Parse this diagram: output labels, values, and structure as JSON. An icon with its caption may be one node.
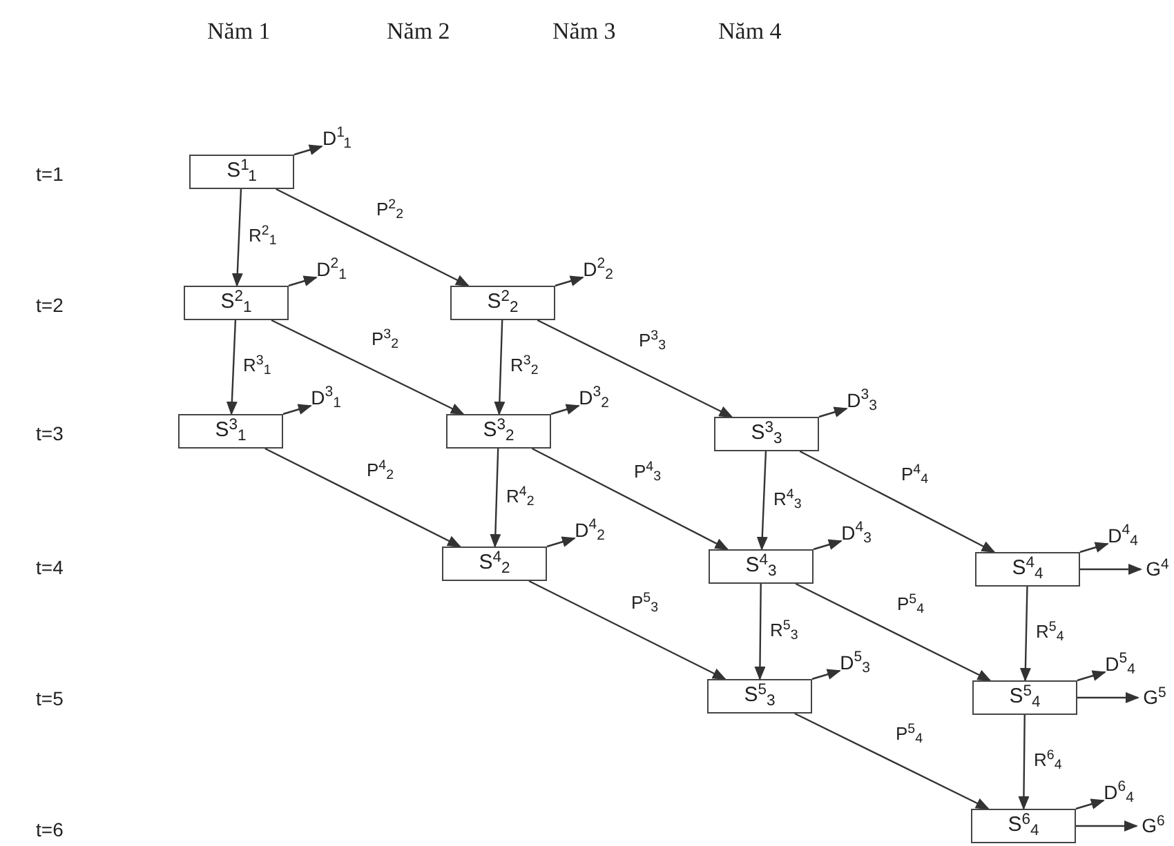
{
  "diagram": {
    "nodes": [
      {
        "text": [
          "S$^{1}$$_{1}$"
        ]
      },
      {
        "text": [
          "D$^{1}$$_{1}$"
        ]
      },
      {
        "text": [
          "S$^{2}$$_{1}$"
        ]
      },
      {
        "text": [
          "D$^{2}$$_{1}$"
        ]
      },
      {
        "text": [
          "S$^{2}$$_{2}$"
        ]
      },
      {
        "text": [
          "D$^{2}$$_{2}$"
        ]
      },
      {
        "text": [
          "S$^{3}$$_{1}$"
        ]
      },
      {
        "text": [
          "D$^{3}$$_{1}$"
        ]
      },
      {
        "text": [
          "S$^{3}$$_{2}$"
        ]
      },
      {
        "text": [
          "D$^{3}$$_{2}$"
        ]
      },
      {
        "text": [
          "S$^{3}$$_{3}$"
        ]
      },
      {
        "text": [
          "D$^{3}$$_{3}$"
        ]
      },
      {
        "text": [
          "S$^{4}$$_{2}$"
        ]
      },
      {
        "text": [
          "D$^{4}$$_{2}$"
        ]
      },
      {
        "text": [
          "S$^{4}$$_{3}$"
        ]
      },
      {
        "text": [
          "D$^{4}$$_{3}$"
        ]
      },
      {
        "text": [
          "S$^{4}$$_{4}$"
        ]
      },
      {
        "text": [
          "D$^{4}$$_{4}$"
        ]
      },
      {
        "text": [
          "G$^{4}$"
        ]
      },
      {
        "text": [
          "S$^{5}$$_{3}$"
        ]
      },
      {
        "text": [
          "D$^{5}$$_{3}$"
        ]
      },
      {
        "text": [
          "S$^{5}$$_{4}$"
        ]
      },
      {
        "text": [
          "D$^{5}$$_{4}$"
        ]
      },
      {
        "text": [
          "G$^{5}$"
        ]
      },
      {
        "text": [
          "S$^{6}$$_{4}$"
        ]
      },
      {
        "text": [
          "D$^{6}$$_{4}$"
        ]
      },
      {
        "text": [
          "G$^{6}$"
        ]
      }
    ],
    "edges": [
      {
        "from": 0,
        "to": 1,
        "arrow": "to"
      },
      {
        "from": 0,
        "to": 2,
        "arrow": "to",
        "label": "R$^{2}$$_{1}$"
      },
      {
        "from": 0,
        "to": 4,
        "arrow": "to",
        "label": "P$^{2}$$_{2}$"
      },
      {
        "from": 2,
        "to": 3,
        "arrow": "to"
      },
      {
        "from": 2,
        "to": 6,
        "arrow": "to",
        "label": "R$^{3}$$_{1}$"
      },
      {
        "from": 2,
        "to": 8,
        "arrow": "to",
        "label": "P$^{3}$$_{2}$"
      },
      {
        "from": 4,
        "to": 5,
        "arrow": "to"
      },
      {
        "from": 4,
        "to": 8,
        "arrow": "to",
        "label": "R$^{3}$$_{2}$"
      },
      {
        "from": 4,
        "to": 10,
        "arrow": "to",
        "label": "P$^{3}$$_{3}$"
      },
      {
        "from": 6,
        "to": 7,
        "arrow": "to"
      },
      {
        "from": 6,
        "to": 12,
        "arrow": "to",
        "label": "P$^{4}$$_{2}$"
      },
      {
        "from": 8,
        "to": 9,
        "arrow": "to"
      },
      {
        "from": 8,
        "to": 12,
        "arrow": "to",
        "label": "R$^{4}$$_{2}$"
      },
      {
        "from": 8,
        "to": 14,
        "arrow": "to",
        "label": "P$^{4}$$_{3}$"
      },
      {
        "from": 10,
        "to": 11,
        "arrow": "to"
      },
      {
        "from": 10,
        "to": 14,
        "arrow": "to",
        "label": "R$^{4}$$_{3}$"
      },
      {
        "from": 10,
        "to": 16,
        "arrow": "to",
        "label": "P$^{4}$$_{4}$"
      },
      {
        "from": 12,
        "to": 13,
        "arrow": "to"
      },
      {
        "from": 12,
        "to": 19,
        "arrow": "to",
        "label": "P$^{5}$$_{3}$"
      },
      {
        "from": 14,
        "to": 15,
        "arrow": "to"
      },
      {
        "from": 14,
        "to": 19,
        "arrow": "to",
        "label": "R$^{5}$$_{3}$"
      },
      {
        "from": 14,
        "to": 21,
        "arrow": "to",
        "label": "P$^{5}$$_{4}$"
      },
      {
        "from": 16,
        "to": 17,
        "arrow": "to"
      },
      {
        "from": 16,
        "to": 18,
        "arrow": "to"
      },
      {
        "from": 16,
        "to": 21,
        "arrow": "to",
        "label": "R$^{5}$$_{4}$"
      },
      {
        "from": 19,
        "to": 20,
        "arrow": "to"
      },
      {
        "from": 19,
        "to": 24,
        "arrow": "to",
        "label": "P$^{5}$$_{4}$"
      },
      {
        "from": 21,
        "to": 22,
        "arrow": "to"
      },
      {
        "from": 21,
        "to": 23,
        "arrow": "to"
      },
      {
        "from": 21,
        "to": 24,
        "arrow": "to",
        "label": "R$^{6}$$_{4}$"
      },
      {
        "from": 24,
        "to": 25,
        "arrow": "to"
      },
      {
        "from": 24,
        "to": 26,
        "arrow": "to"
      }
    ],
    "labels": [
      "Năm 1",
      "Năm 2",
      "Năm 3",
      "Năm 4",
      "t=1",
      "t=2",
      "t=3",
      "t=4",
      "t=5",
      "t=6"
    ]
  }
}
